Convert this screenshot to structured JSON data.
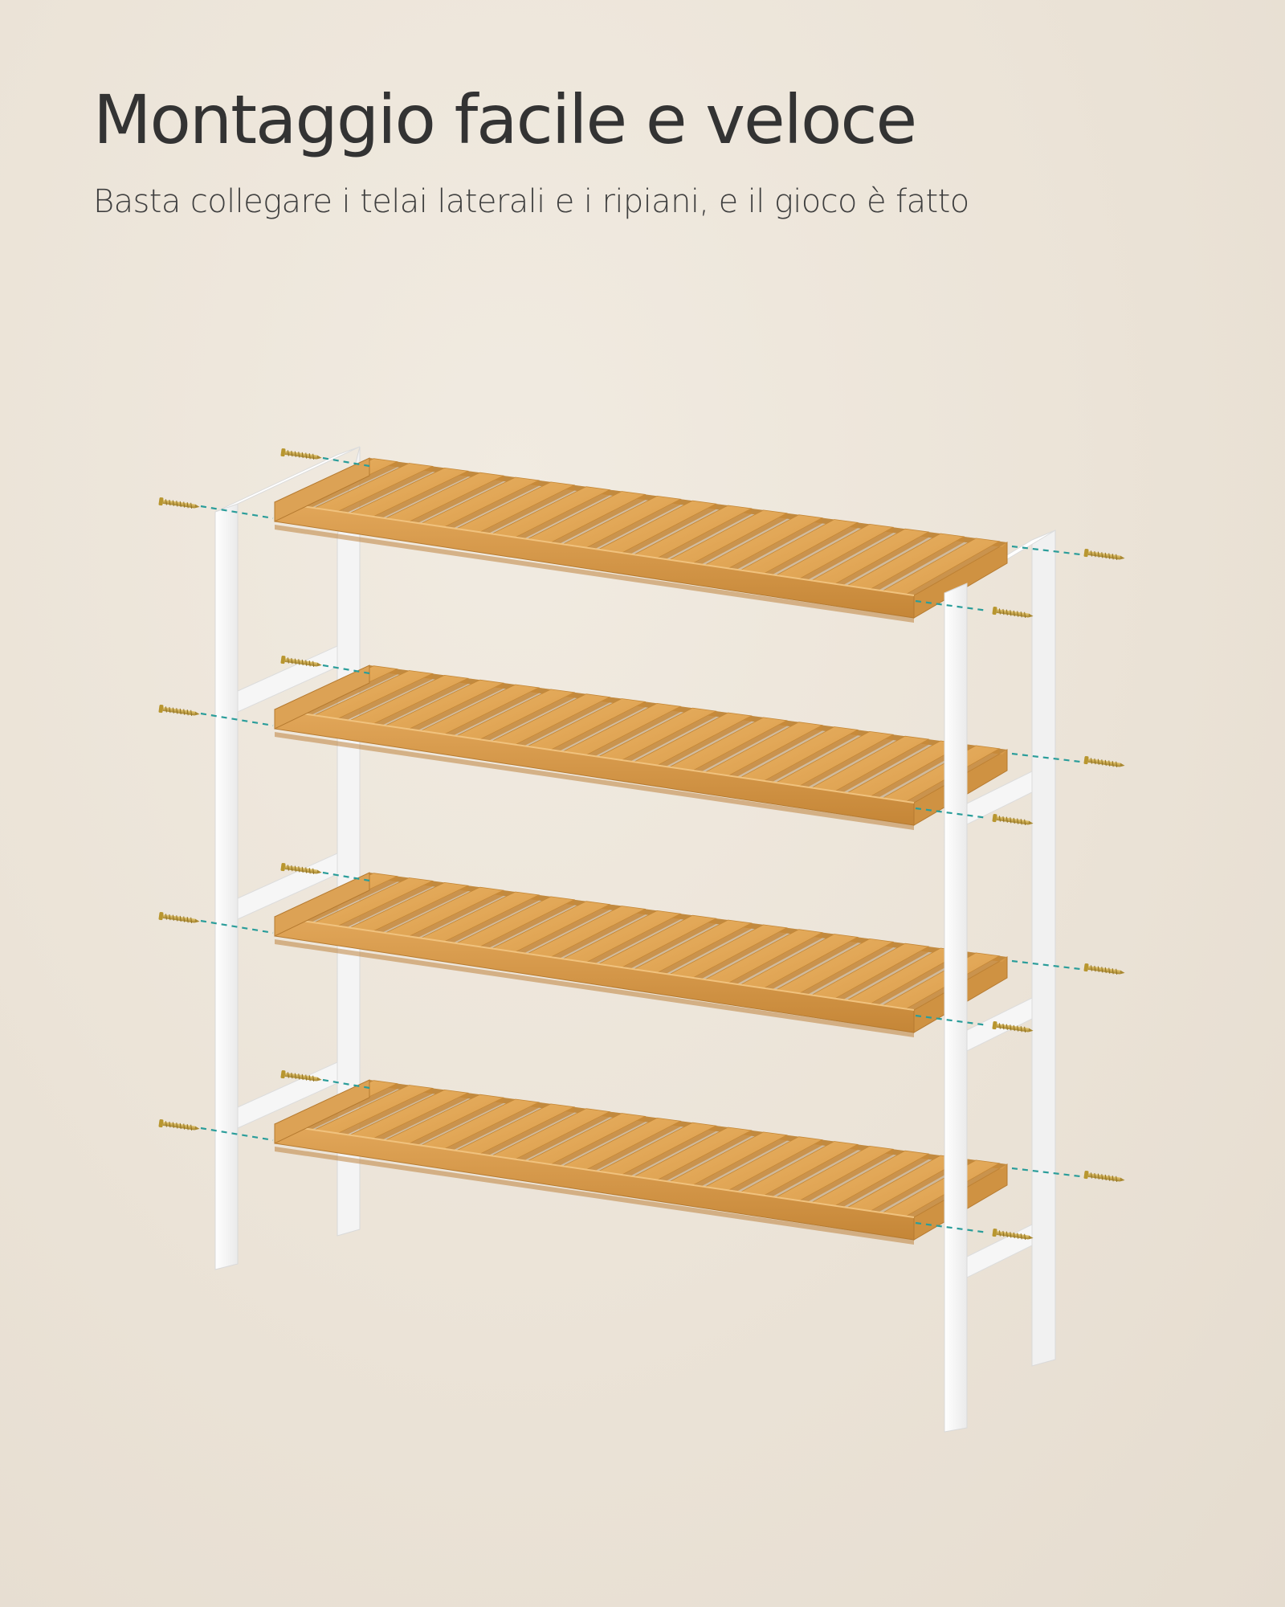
{
  "header": {
    "title": "Montaggio facile e veloce",
    "subtitle": "Basta collegare i telai laterali e i ripiani, e il gioco è fatto"
  },
  "product": {
    "shelf_count": 4,
    "slats_per_shelf": 18,
    "colors": {
      "bamboo_top": "#e4a85a",
      "bamboo_front": "#c98b3c",
      "frame_white": "#fbfbfb",
      "guide_line": "#2a9d9a",
      "screw": "#c7a548"
    }
  }
}
